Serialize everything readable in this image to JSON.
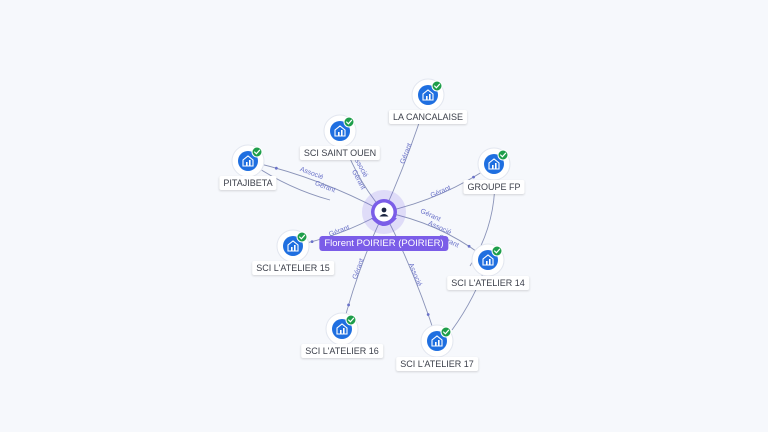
{
  "center": {
    "label": "Florent POIRIER (POIRIER)",
    "icon": "person-icon"
  },
  "companies": [
    {
      "id": "sci-saint-ouen",
      "label": "SCI SAINT OUEN",
      "icon": "building-icon",
      "verified": true
    },
    {
      "id": "la-cancalaise",
      "label": "LA CANCALAISE",
      "icon": "building-icon",
      "verified": true
    },
    {
      "id": "pitajibeta",
      "label": "PITAJIBETA",
      "icon": "building-icon",
      "verified": true
    },
    {
      "id": "groupe-fp",
      "label": "GROUPE FP",
      "icon": "building-icon",
      "verified": true
    },
    {
      "id": "sci-latelier-15",
      "label": "SCI L'ATELIER 15",
      "icon": "building-icon",
      "verified": true
    },
    {
      "id": "sci-latelier-14",
      "label": "SCI L'ATELIER 14",
      "icon": "building-icon",
      "verified": true
    },
    {
      "id": "sci-latelier-16",
      "label": "SCI L'ATELIER 16",
      "icon": "building-icon",
      "verified": true
    },
    {
      "id": "sci-latelier-17",
      "label": "SCI L'ATELIER 17",
      "icon": "building-icon",
      "verified": true
    }
  ],
  "relations": [
    {
      "to": "sci-saint-ouen",
      "labels": [
        "Gérant",
        "Associé"
      ]
    },
    {
      "to": "la-cancalaise",
      "labels": [
        "Gérant"
      ]
    },
    {
      "to": "pitajibeta",
      "labels": [
        "Gérant",
        "Associé"
      ]
    },
    {
      "to": "groupe-fp",
      "labels": [
        "Gérant"
      ]
    },
    {
      "to": "sci-latelier-15",
      "labels": [
        "Gérant"
      ]
    },
    {
      "to": "sci-latelier-14",
      "labels": [
        "Gérant",
        "Associé",
        "Gérant"
      ]
    },
    {
      "to": "sci-latelier-16",
      "labels": [
        "Gérant"
      ]
    },
    {
      "to": "sci-latelier-17",
      "labels": [
        "Associé"
      ]
    }
  ],
  "colors": {
    "node": "#1f6fe0",
    "badge": "#1e9e4a",
    "center": "#7b5de8",
    "edge": "#8a93b8",
    "edge_label": "#6a72c9"
  }
}
